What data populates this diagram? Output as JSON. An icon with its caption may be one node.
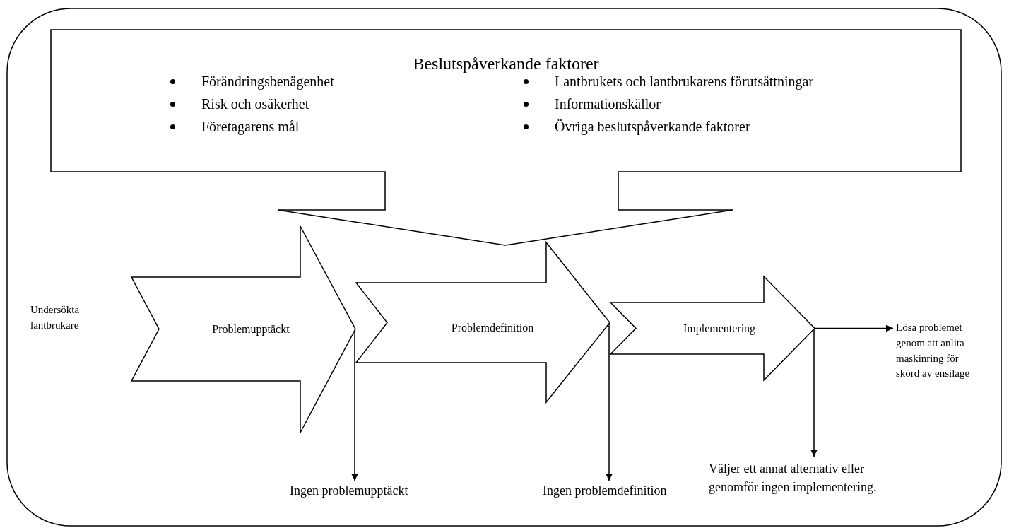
{
  "diagram": {
    "nodes": [
      {
        "text": [
          "Beslutspåverkande faktorer",
          "Förändringsbenägenhet",
          "Risk och osäkerhet",
          "Företagarens mål",
          "Lantbrukets och lantbrukarens förutsättningar",
          "Informationskällor",
          "Övriga beslutspåverkande faktorer"
        ]
      },
      {
        "text": [
          "Problemupptäckt"
        ]
      },
      {
        "text": [
          "Problemdefinition"
        ]
      },
      {
        "text": [
          "Implementering"
        ]
      },
      {
        "text": [
          "Ingen problemupptäckt"
        ]
      },
      {
        "text": [
          "Ingen problemdefinition"
        ]
      },
      {
        "text": [
          "Lösa problemet genom att anlita maskinring för skörd av ensilage"
        ]
      },
      {
        "text": [
          "Väljer ett annat alternativ eller genomför ingen implementering."
        ]
      }
    ],
    "edges": [
      {
        "from": 1,
        "to": 4,
        "arrow": "to"
      },
      {
        "from": 2,
        "to": 5,
        "arrow": "to"
      },
      {
        "from": 3,
        "to": 6,
        "arrow": "to"
      },
      {
        "from": 3,
        "to": 7,
        "arrow": "to"
      }
    ],
    "labels": [
      "Undersökta lantbrukare"
    ]
  }
}
